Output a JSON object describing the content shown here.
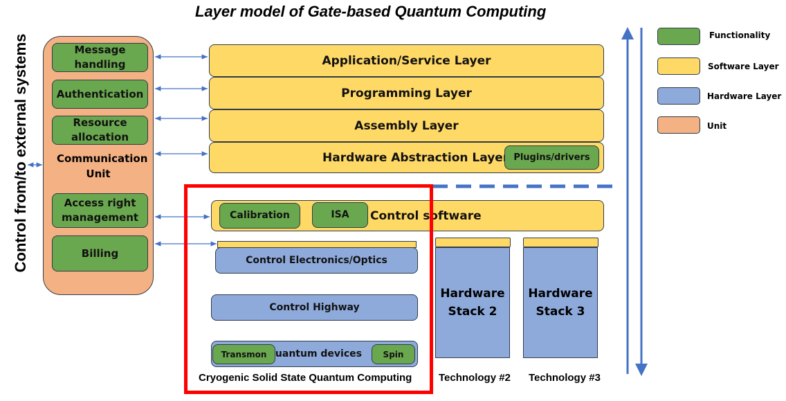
{
  "title": "Layer model of Gate-based Quantum Computing",
  "side_label": "Control from/to external systems",
  "communication_unit": {
    "label": "Communication Unit",
    "functions": [
      "Message handling",
      "Authentication",
      "Resource allocation",
      "Access right management",
      "Billing"
    ]
  },
  "software_layers": {
    "application": "Application/Service Layer",
    "programming": "Programming Layer",
    "assembly": "Assembly Layer",
    "hal": "Hardware Abstraction Layer",
    "plugins": "Plugins/drivers"
  },
  "control_software": {
    "label": "Control software",
    "calibration": "Calibration",
    "isa": "ISA"
  },
  "hardware": {
    "control_electronics": "Control Electronics/Optics",
    "control_highway": "Control Highway",
    "quantum_devices": "Quantum devices",
    "transmon": "Transmon",
    "spin": "Spin",
    "stack2": "Hardware Stack 2",
    "stack3": "Hardware Stack 3"
  },
  "technologies": {
    "tech1": "Cryogenic Solid State Quantum Computing",
    "tech2": "Technology #2",
    "tech3": "Technology #3"
  },
  "legend": [
    {
      "label": "Functionality",
      "color": "#6aa84f"
    },
    {
      "label": "Software Layer",
      "color": "#ffd966"
    },
    {
      "label": "Hardware Layer",
      "color": "#8eaadb"
    },
    {
      "label": "Unit",
      "color": "#f4b183"
    }
  ],
  "colors": {
    "highlight": "#ff0000",
    "arrow": "#4472c4"
  }
}
